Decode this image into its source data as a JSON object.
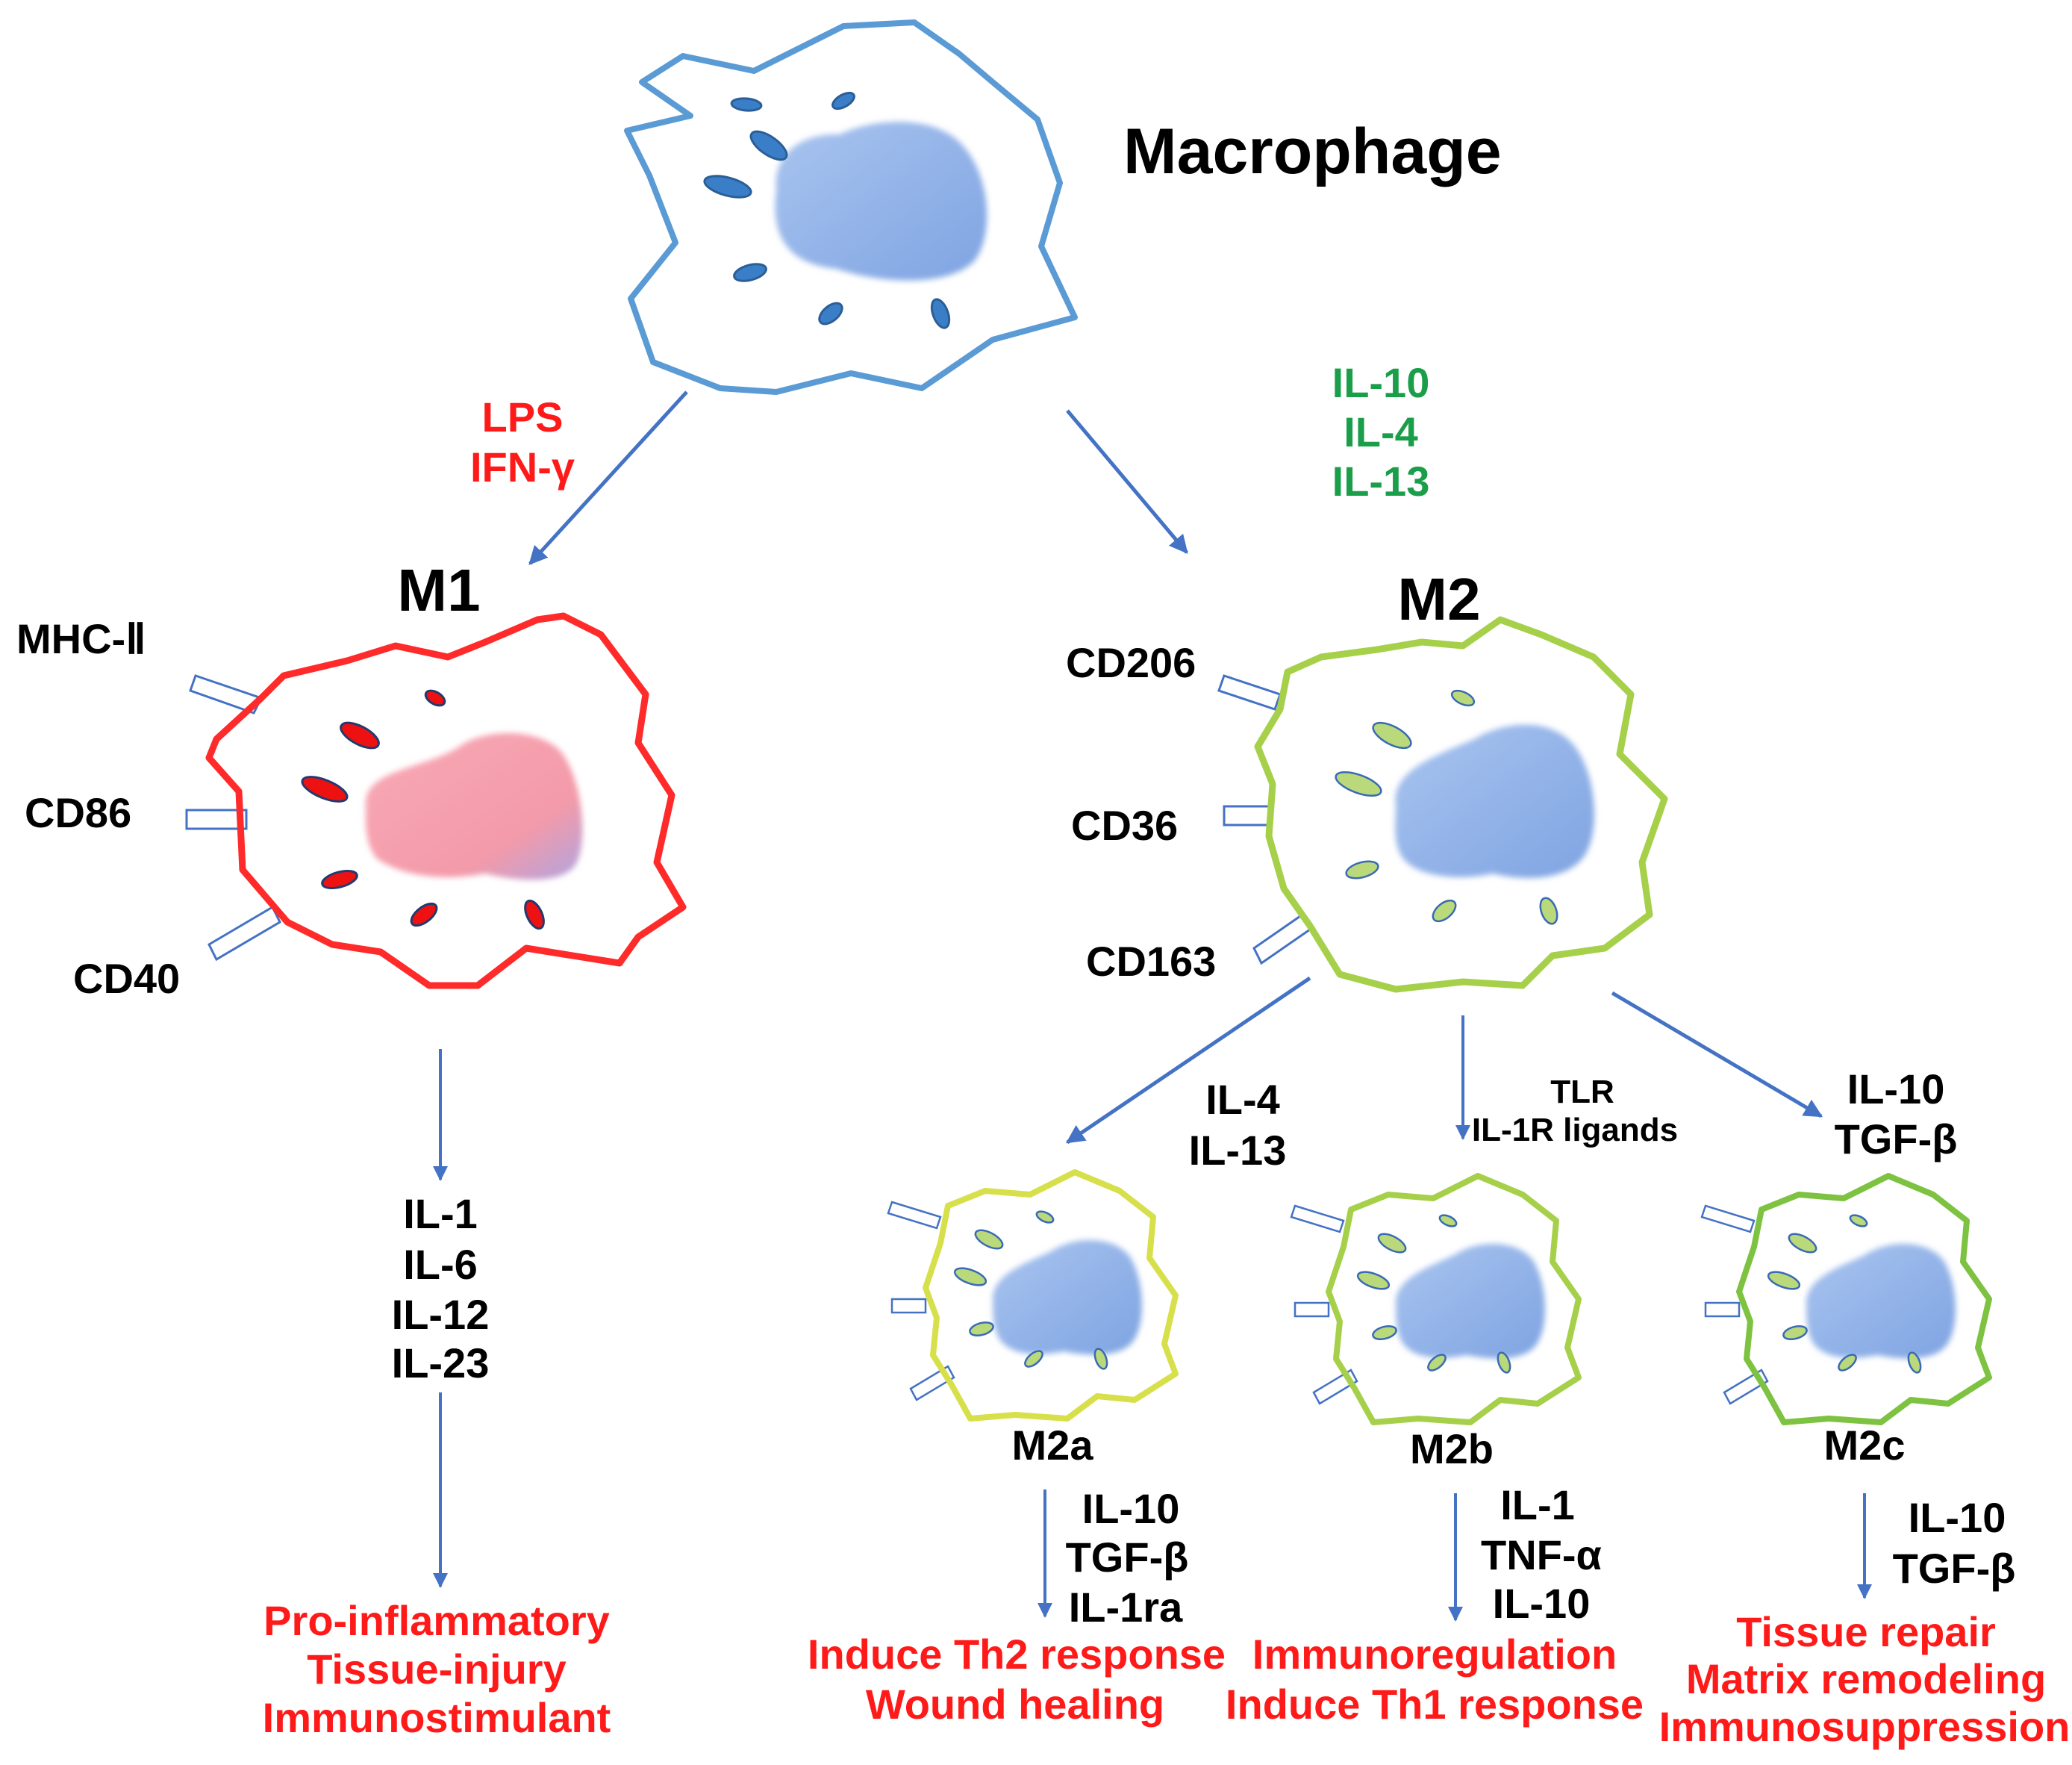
{
  "title": "Macrophage",
  "colors": {
    "arrow": "#4472c4",
    "red": "#ff1a1a",
    "green": "#1a9e4a",
    "text": "#000000",
    "macrophage_outline": "#5b9bd5",
    "m1_outline": "#ff2a2a",
    "m2_outline": "#a6d04a",
    "m2a_outline": "#d7e04a",
    "m2b_outline": "#a6d04a",
    "m2c_outline": "#7ec241",
    "nucleus_blue": "#8fb2e8",
    "nucleus_pink": "#f6a0ad"
  },
  "m1": {
    "title": "M1",
    "stimuli": [
      "LPS",
      "IFN-γ"
    ],
    "markers": [
      "MHC-Ⅱ",
      "CD86",
      "CD40"
    ],
    "cytokines": [
      "IL-1",
      "IL-6",
      "IL-12",
      "IL-23"
    ],
    "functions": [
      "Pro-inflammatory",
      "Tissue-injury",
      "Immunostimulant"
    ]
  },
  "m2": {
    "title": "M2",
    "stimuli": [
      "IL-10",
      "IL-4",
      "IL-13"
    ],
    "markers": [
      "CD206",
      "CD36",
      "CD163"
    ],
    "subtypes": [
      {
        "name": "M2a",
        "inducers": [
          "IL-4",
          "IL-13"
        ],
        "secretes": [
          "IL-10",
          "TGF-β",
          "IL-1ra"
        ],
        "functions": [
          "Induce Th2 response",
          "Wound healing"
        ]
      },
      {
        "name": "M2b",
        "inducers": [
          "TLR",
          "IL-1R ligands"
        ],
        "secretes": [
          "IL-1",
          "TNF-α",
          "IL-10"
        ],
        "functions": [
          "Immunoregulation",
          "Induce Th1 response"
        ]
      },
      {
        "name": "M2c",
        "inducers": [
          "IL-10",
          "TGF-β"
        ],
        "secretes": [
          "IL-10",
          "TGF-β"
        ],
        "functions": [
          "Tissue repair",
          "Matrix remodeling",
          "Immunosuppression"
        ]
      }
    ]
  }
}
